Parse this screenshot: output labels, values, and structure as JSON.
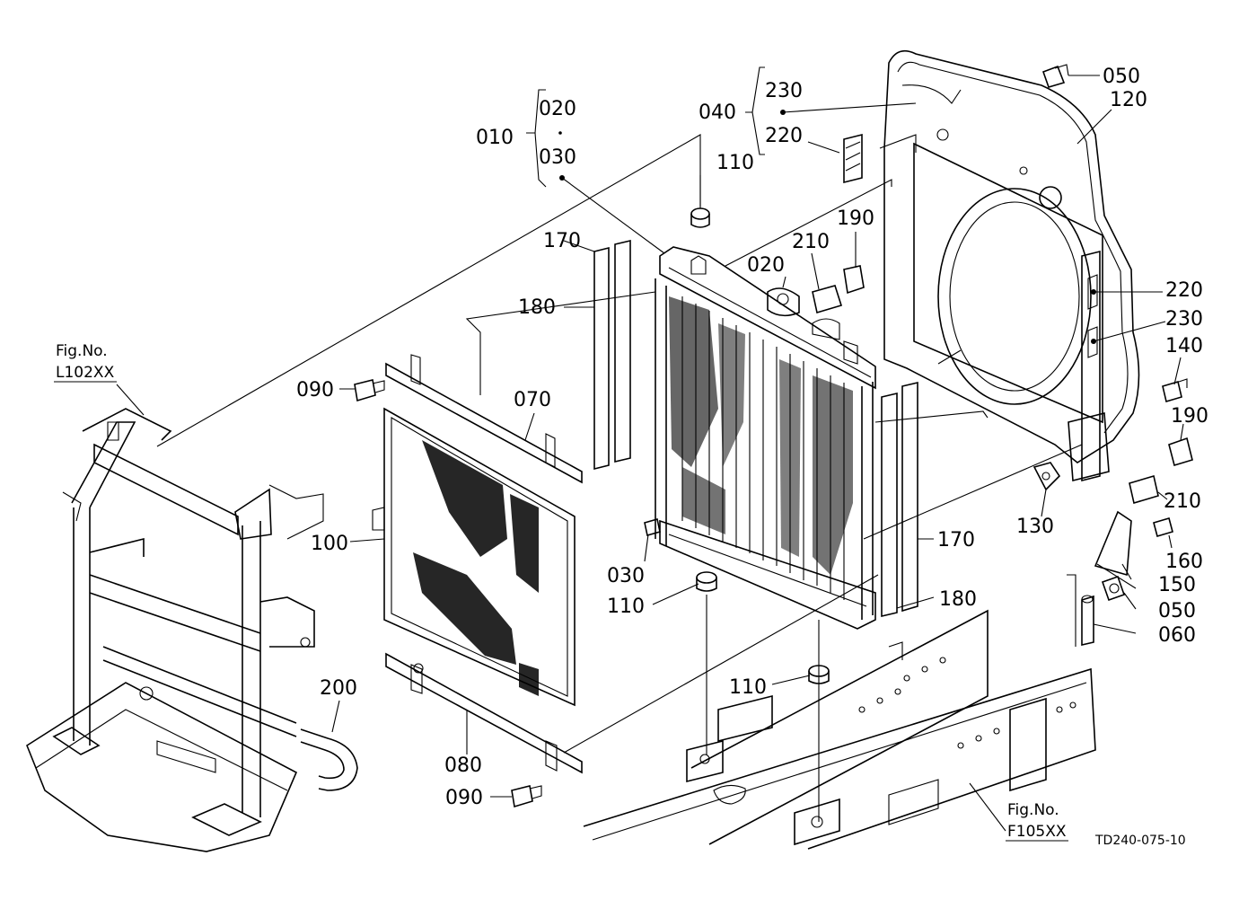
{
  "diagram": {
    "drawing_code": "TD240-075-10",
    "fig_refs": [
      {
        "label": "Fig.No.",
        "ref": "L102XX"
      },
      {
        "label": "Fig.No.",
        "ref": "F105XX"
      }
    ],
    "callouts": [
      {
        "id": "c010",
        "text": "010"
      },
      {
        "id": "c020a",
        "text": "020"
      },
      {
        "id": "c030a",
        "text": "030"
      },
      {
        "id": "c040",
        "text": "040"
      },
      {
        "id": "c230a",
        "text": "230"
      },
      {
        "id": "c220a",
        "text": "220"
      },
      {
        "id": "c050a",
        "text": "050"
      },
      {
        "id": "c120",
        "text": "120"
      },
      {
        "id": "c110a",
        "text": "110"
      },
      {
        "id": "c190a",
        "text": "190"
      },
      {
        "id": "c210a",
        "text": "210"
      },
      {
        "id": "c020b",
        "text": "020"
      },
      {
        "id": "c170a",
        "text": "170"
      },
      {
        "id": "c180a",
        "text": "180"
      },
      {
        "id": "c220b",
        "text": "220"
      },
      {
        "id": "c230b",
        "text": "230"
      },
      {
        "id": "c140",
        "text": "140"
      },
      {
        "id": "c090a",
        "text": "090"
      },
      {
        "id": "c070",
        "text": "070"
      },
      {
        "id": "c190b",
        "text": "190"
      },
      {
        "id": "c210b",
        "text": "210"
      },
      {
        "id": "c130",
        "text": "130"
      },
      {
        "id": "c100",
        "text": "100"
      },
      {
        "id": "c030b",
        "text": "030"
      },
      {
        "id": "c170b",
        "text": "170"
      },
      {
        "id": "c160",
        "text": "160"
      },
      {
        "id": "c150",
        "text": "150"
      },
      {
        "id": "c110b",
        "text": "110"
      },
      {
        "id": "c180b",
        "text": "180"
      },
      {
        "id": "c050b",
        "text": "050"
      },
      {
        "id": "c060",
        "text": "060"
      },
      {
        "id": "c200",
        "text": "200"
      },
      {
        "id": "c110c",
        "text": "110"
      },
      {
        "id": "c080",
        "text": "080"
      },
      {
        "id": "c090b",
        "text": "090"
      }
    ]
  }
}
